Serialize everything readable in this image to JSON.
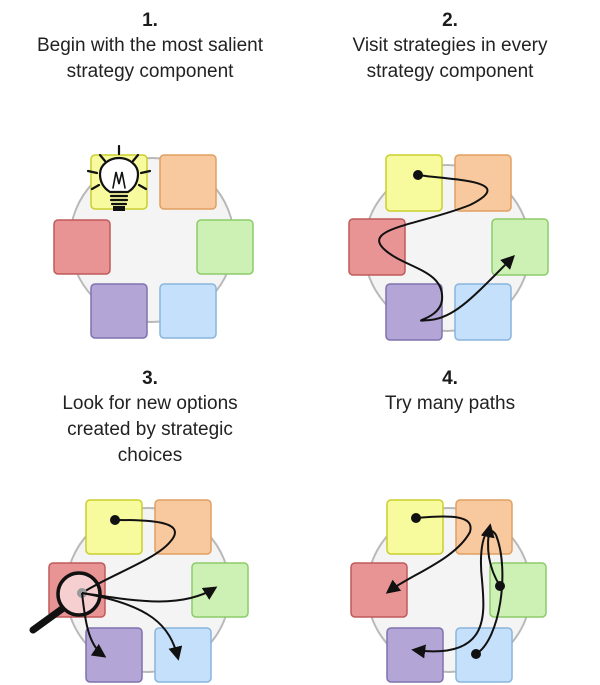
{
  "panels": [
    {
      "number": "1.",
      "lines": [
        "Begin with the most salient",
        "strategy component"
      ]
    },
    {
      "number": "2.",
      "lines": [
        "Visit strategies in every",
        "strategy component"
      ]
    },
    {
      "number": "3.",
      "lines": [
        "Look for new options",
        "created by strategic",
        "choices"
      ]
    },
    {
      "number": "4.",
      "lines": [
        "Try many paths"
      ]
    }
  ],
  "component_colors": {
    "yellow": {
      "fill": "#f7fb9e",
      "stroke": "#c9cf2c"
    },
    "orange": {
      "fill": "#f8c99e",
      "stroke": "#e0a060"
    },
    "green": {
      "fill": "#cdf0b4",
      "stroke": "#8ccc6a"
    },
    "blue": {
      "fill": "#c4e0fa",
      "stroke": "#8ab4dc"
    },
    "purple": {
      "fill": "#b3a6d6",
      "stroke": "#7f72ad"
    },
    "red": {
      "fill": "#e99494",
      "stroke": "#c05a5a"
    }
  },
  "icons": [
    "lightbulb-icon",
    "magnifier-icon"
  ]
}
